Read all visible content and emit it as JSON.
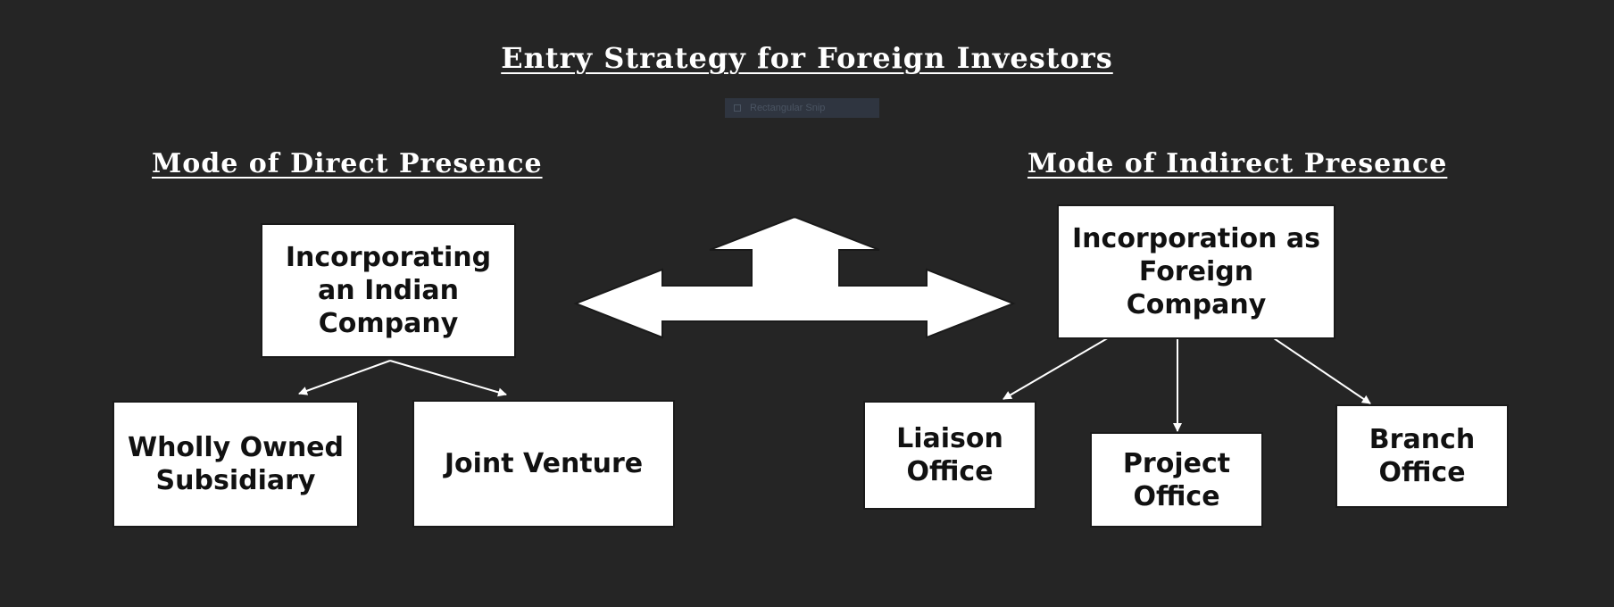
{
  "title": "Entry Strategy for Foreign Investors",
  "snip_chip": {
    "label": "Rectangular Snip"
  },
  "direct": {
    "heading": "Mode of Direct Presence",
    "root": "Incorporating an Indian Company",
    "children": [
      "Wholly Owned Subsidiary",
      "Joint Venture"
    ]
  },
  "indirect": {
    "heading": "Mode of Indirect Presence",
    "root": "Incorporation as Foreign Company",
    "children": [
      "Liaison Office",
      "Project Office",
      "Branch Office"
    ]
  },
  "colors": {
    "background": "#252525",
    "box_fill": "#ffffff",
    "box_text": "#111111",
    "connector": "#ffffff"
  }
}
